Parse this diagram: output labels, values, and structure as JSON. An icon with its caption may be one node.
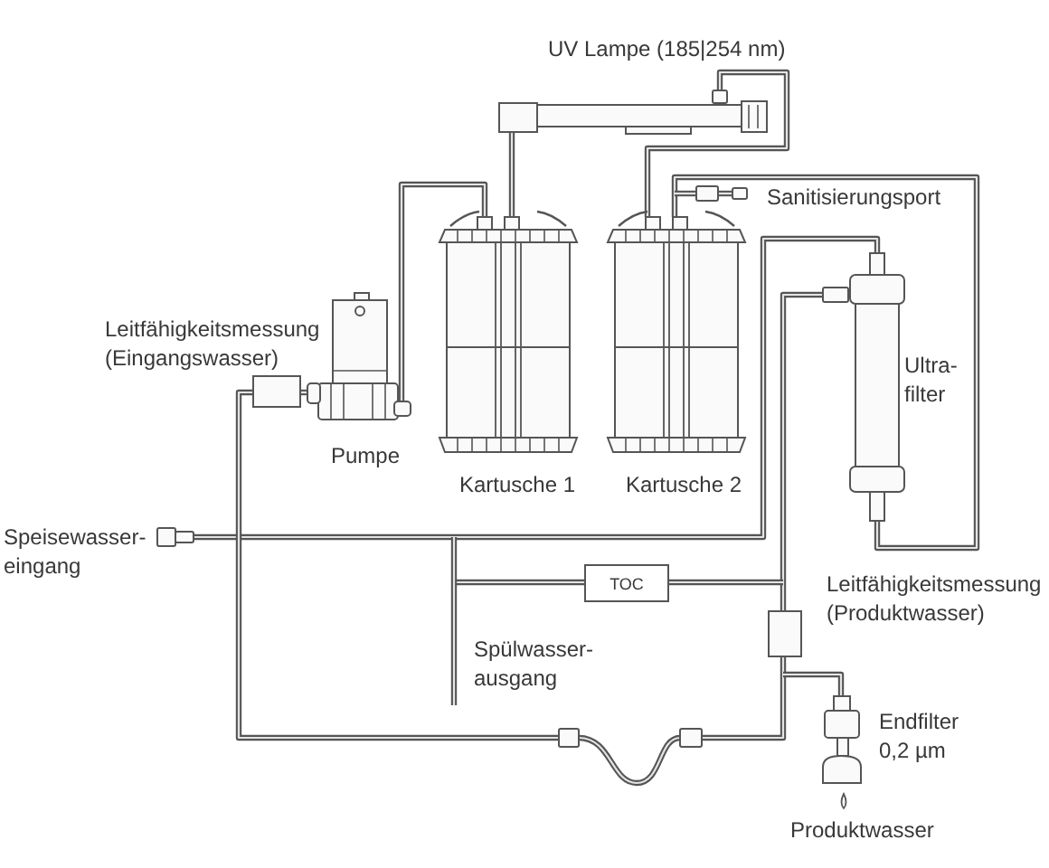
{
  "diagram": {
    "nodes": [
      {
        "text": [
          "TOC"
        ]
      }
    ],
    "labels": [
      "UV Lampe (185|254 nm)",
      "Sanitisierungsport",
      "Leitfähigkeitsmessung (Eingangswasser)",
      "Ultra- filter",
      "Pumpe",
      "Kartusche 1",
      "Kartusche 2",
      "Speisewasser- eingang",
      "Leitfähigkeitsmessung (Produktwasser)",
      "Spülwasser- ausgang",
      "Endfilter 0,2 µm",
      "Produktwasser"
    ]
  }
}
